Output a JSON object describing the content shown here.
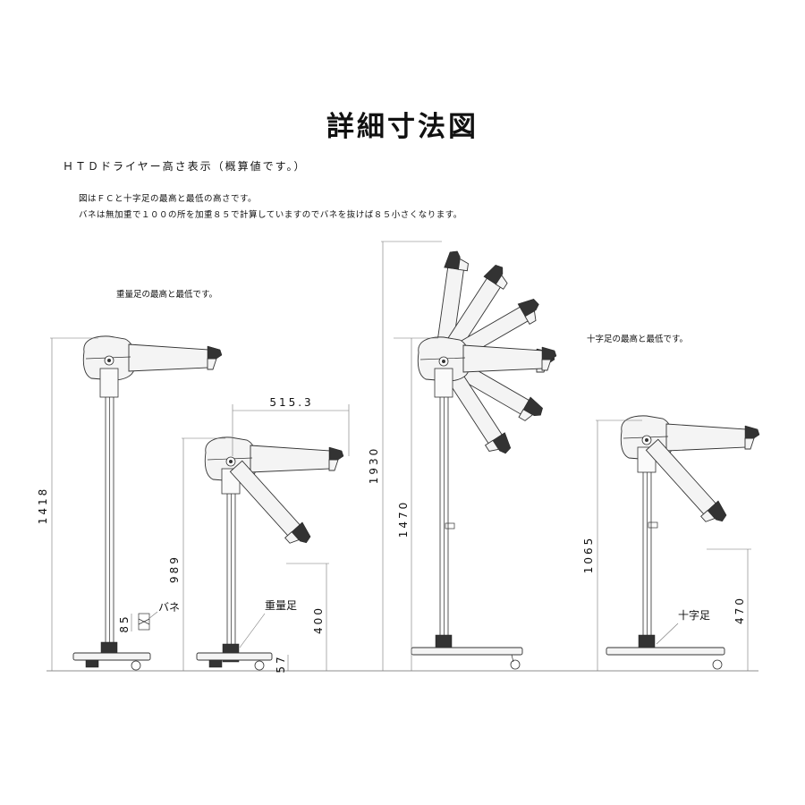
{
  "title": "詳細寸法図",
  "subtitle": "ＨＴＤドライヤー高さ表示（概算値です。）",
  "notes": [
    "図はＦＣと十字足の最高と最低の高さです。",
    "バネは無加重で１００の所を加重８５で計算していますのでバネを抜けば８５小さくなります。"
  ],
  "labels": {
    "heavy_base_caption": "重量足の最高と最低です。",
    "cross_base_caption": "十字足の最高と最低です。",
    "spring": "バネ",
    "heavy_base": "重量足",
    "cross_base": "十字足"
  },
  "dimensions": {
    "d1418": "1418",
    "d85": "85",
    "d989": "989",
    "d515": "515.3",
    "d400": "400",
    "d57": "57",
    "d1930": "1930",
    "d1470": "1470",
    "d1065": "1065",
    "d470": "470"
  },
  "colors": {
    "line": "#333333",
    "dim": "#777777"
  }
}
